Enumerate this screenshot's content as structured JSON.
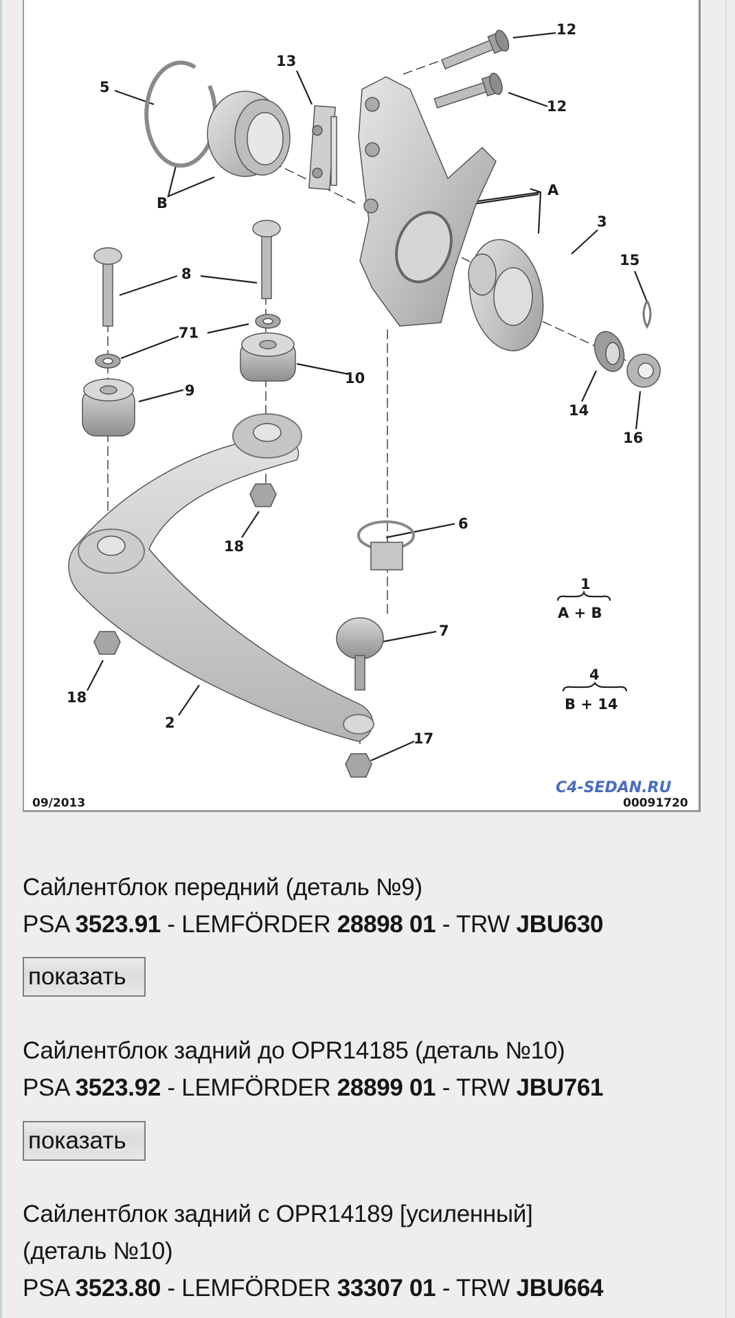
{
  "diagram": {
    "labels": {
      "n5": "5",
      "n13": "13",
      "n12a": "12",
      "n12b": "12",
      "B": "B",
      "A": "A",
      "n3": "3",
      "n15": "15",
      "n8": "8",
      "n71": "71",
      "n10": "10",
      "n9": "9",
      "n14": "14",
      "n16": "16",
      "n6": "6",
      "n18a": "18",
      "n7": "7",
      "n18b": "18",
      "n2": "2",
      "n17": "17",
      "kit1_num": "1",
      "kit1_formula": "A + B",
      "kit4_num": "4",
      "kit4_formula": "B + 14"
    },
    "date": "09/2013",
    "watermark": "C4-SEDAN.RU",
    "drawing_code": "00091720"
  },
  "parts": [
    {
      "title": "Сайлентблок передний (деталь №9)",
      "title_line2": "",
      "psa_label": "PSA",
      "psa_code": "3523.91",
      "sep1": " - ",
      "lemforder_label": "LEMFÖRDER",
      "lemforder_code": "28898 01",
      "sep2": " - ",
      "trw_label": "TRW",
      "trw_code": "JBU630",
      "button": "показать"
    },
    {
      "title": "Сайлентблок задний до OPR14185 (деталь №10)",
      "title_line2": "",
      "psa_label": "PSA",
      "psa_code": "3523.92",
      "sep1": " - ",
      "lemforder_label": "LEMFÖRDER",
      "lemforder_code": "28899 01",
      "sep2": " - ",
      "trw_label": "TRW",
      "trw_code": "JBU761",
      "button": "показать"
    },
    {
      "title": "Сайлентблок задний с OPR14189 [усиленный]",
      "title_line2": "(деталь №10)",
      "psa_label": "PSA",
      "psa_code": "3523.80",
      "sep1": " - ",
      "lemforder_label": "LEMFÖRDER",
      "lemforder_code": "33307 01",
      "sep2": " - ",
      "trw_label": "TRW",
      "trw_code": "JBU664"
    }
  ],
  "colors": {
    "page_bg": "#eeeeee",
    "watermark": "#4a6cc0",
    "border": "#9b9b9b"
  }
}
